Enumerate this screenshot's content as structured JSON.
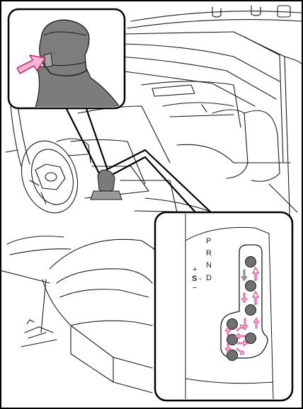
{
  "gate": {
    "labels": {
      "park": "P",
      "reverse": "R",
      "neutral": "N",
      "drive": "D"
    },
    "sequential": {
      "plus": "+",
      "mode": "S",
      "dash": "-",
      "minus": "−"
    }
  },
  "colors": {
    "arrow": "#e0308e",
    "arrow_light": "#f5b3d4",
    "knob": "#6f6f6f",
    "knob_top": "#8a8a8a",
    "line": "#1a1a1a",
    "frame": "#000000"
  }
}
